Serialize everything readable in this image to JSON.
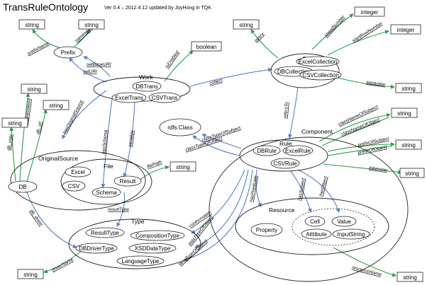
{
  "header": {
    "title": "TransRuleOntology",
    "subtitle": "Ver 0.4  –  2012.4.12  updated by JoyHong in TQK"
  },
  "colors": {
    "green_edge": "#2e9b4e",
    "blue_edge": "#5a7fc4",
    "outline": "#222222"
  },
  "groups": {
    "work": "Work",
    "collection": "Collection",
    "component": "Component",
    "original_source": "OriginalSource",
    "file": "File",
    "rule": "Rule",
    "resource": "Resource",
    "type": "Type"
  },
  "nodes": {
    "prefix": "Prefix",
    "dbtrans": "DBTrans",
    "exceltrans": "ExcelTrans",
    "csvtrans": "CSVTrans",
    "excelcollection": "ExcelCollection",
    "dbcollection": "DBCollection",
    "csvcollection": "CSVCollection",
    "rdfs_class": "rdfs:Class",
    "dbrule": "DBRule",
    "excelrule": "ExcelRule",
    "csvrule": "CSVRule",
    "db": "DB",
    "excel": "Excel",
    "csv": "CSV",
    "result": "Result",
    "schema": "Schema",
    "property": "Property",
    "cell": "Cell",
    "value": "Value",
    "atttibute": "Atttibute",
    "inputstring": "InputString",
    "resulttype": "ResultType",
    "compositiontype": "CompositionType",
    "dbdrivertype": "DBDriverType",
    "xsddatatype": "XSDDataType",
    "languagetype": "LanguageType"
  },
  "literals": {
    "string_prefixname": "string",
    "string_namespace": "string",
    "boolean": "boolean",
    "string_query": "string",
    "integer_sheet": "integer",
    "integer_startrow": "integer",
    "string_separater": "string",
    "string_dbpassword": "string",
    "string_dburl": "string",
    "string_dbuser": "string",
    "string_filepath": "string",
    "string_classname": "string",
    "string_prefixof": "string",
    "string_tokenizer": "string",
    "string_drivername": "string",
    "string_resourcename": "string"
  },
  "edges": {
    "prefixName": "prefixName",
    "namespace": "namespace",
    "setBaseURI": "setBaseURI",
    "setURI": "setURI",
    "isEnabled": "isEnabled",
    "collect": "collect",
    "query": "query",
    "sheetNumber": "sheetNumber",
    "startRowNumber": "startRowNumber",
    "separater": "separater",
    "refersTo": "refersTo",
    "hasOriginalSource": "hasOriginalSource",
    "hasSchema": "hasSchema",
    "serialize": "serialize",
    "db_password": "db_password",
    "db_url": "db_url",
    "db_user": "db_user",
    "filePath": "filePath",
    "resultType": "resultType",
    "db_driver": "db_driver",
    "driverName": "driverName",
    "classTypeOfSubject": "classTypeOfSubject",
    "classTypeOfObject": "classTypeOfObject",
    "classNameOfSubject": "classNameOfSubject",
    "classNameOfObject": "classNameOfObject",
    "prefixOfSubject": "prefixOfSubject",
    "prefixOfObject": "prefixOfObject",
    "tokenizer": "tokenizer",
    "hasPredicate": "hasPredicate",
    "hasSubject": "hasSubject",
    "hasObject": "hasObject",
    "conformWith": "conformWith",
    "dataTypeOfObject": "dataTypeOfObject",
    "langTypeOfObject": "langTypeOfObject",
    "resourceName": "resourceName"
  }
}
